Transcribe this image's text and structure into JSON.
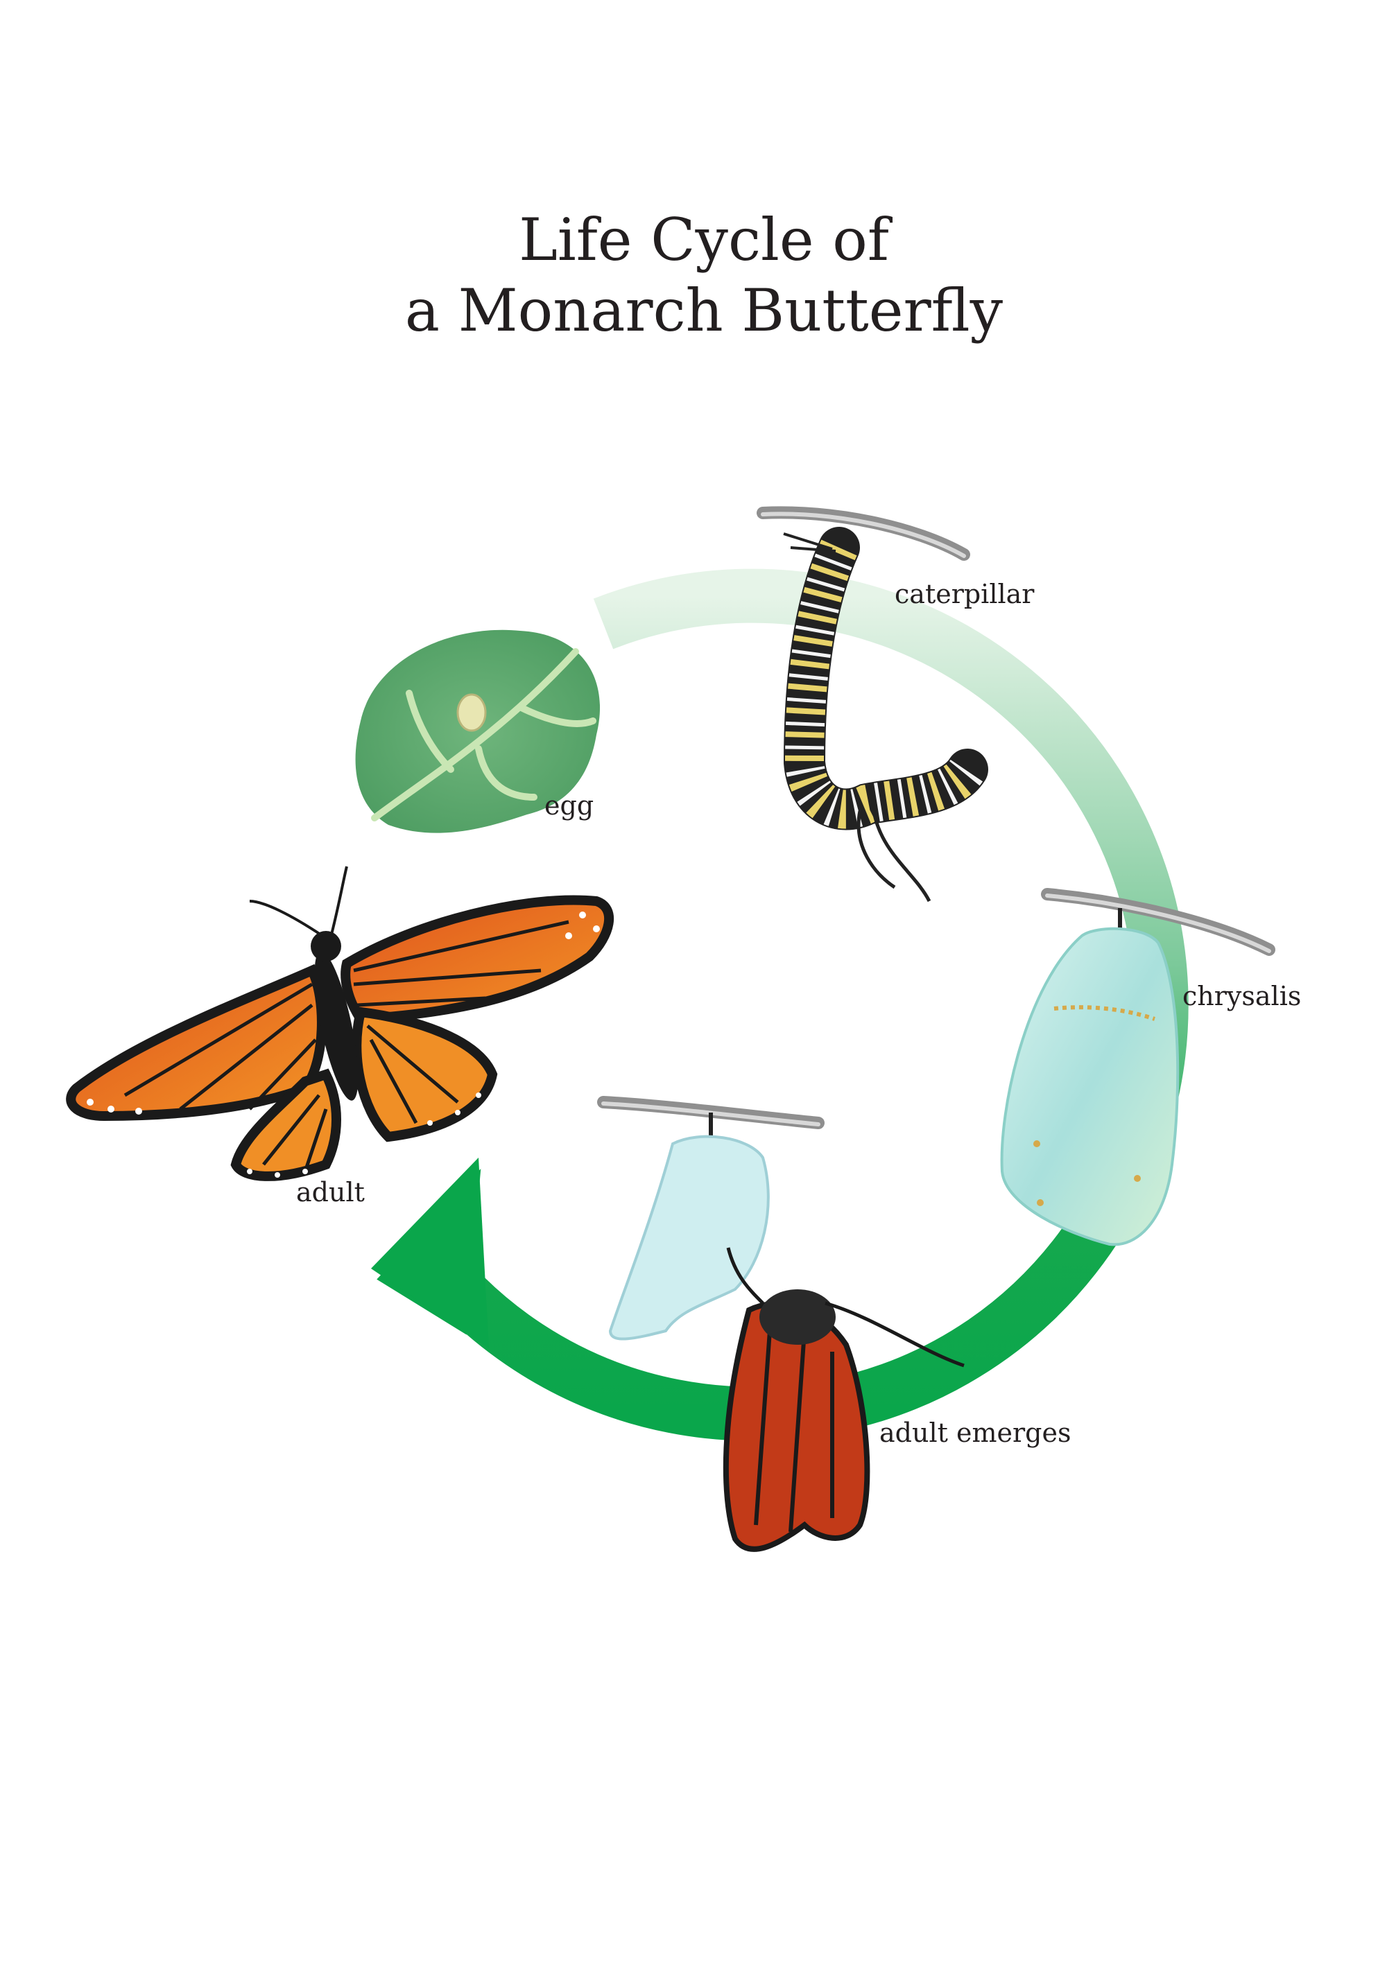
{
  "title": {
    "line1": "Life Cycle of",
    "line2": "a Monarch Butterfly"
  },
  "stages": {
    "egg": "egg",
    "caterpillar": "caterpillar",
    "chrysalis": "chrysalis",
    "adult_emerges": "adult emerges",
    "adult": "adult"
  },
  "colors": {
    "cycle_light": "#d8efdc",
    "cycle_dark": "#0aa64b",
    "leaf": "#5aa86a",
    "chrysalis": "#bde9e4",
    "wing_orange": "#e8741c",
    "wing_black": "#1a1a1a"
  }
}
